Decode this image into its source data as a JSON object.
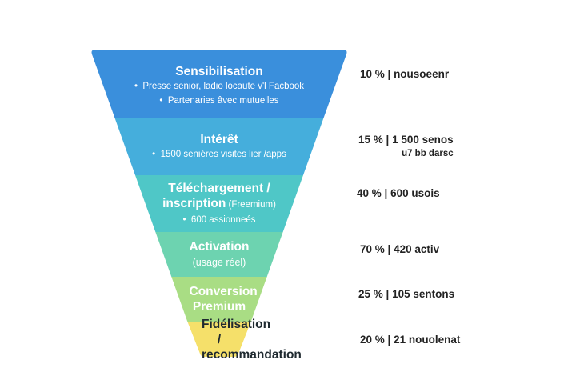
{
  "funnel": {
    "stages": [
      {
        "title": "Sensibilisation",
        "title_suffix": "",
        "subtitle": "",
        "bullets": [
          "Presse senior, ladio locaute v'l Facbook",
          "Partenaries âvec mutuelles"
        ],
        "color": "#3a8fdc",
        "metric_pct": "10 %",
        "metric_detail": "nousoeenr",
        "metric_detail_2": ""
      },
      {
        "title": "Intérêt",
        "title_suffix": "",
        "subtitle": "",
        "bullets": [
          "1500 seniéres visites lier /apps"
        ],
        "color": "#45aedc",
        "metric_pct": "15 %",
        "metric_detail": "1 500 senos",
        "metric_detail_2": "u7 bb darsc"
      },
      {
        "title": "Téléchargement /\ninscription",
        "title_suffix": "(Freemium)",
        "subtitle": "",
        "bullets": [
          "600 assionneés"
        ],
        "color": "#4fc7c7",
        "metric_pct": "40 %",
        "metric_detail": "600 usois",
        "metric_detail_2": ""
      },
      {
        "title": "Activation",
        "title_suffix": "",
        "subtitle": "(usage réel)",
        "bullets": [],
        "color": "#6dd3b0",
        "metric_pct": "70 %",
        "metric_detail": "420 activ",
        "metric_detail_2": ""
      },
      {
        "title": "Conversion\nPremium",
        "title_suffix": "",
        "subtitle": "",
        "bullets": [],
        "color": "#a9dd84",
        "metric_pct": "25 %",
        "metric_detail": "105 sentons",
        "metric_detail_2": ""
      },
      {
        "title": "Fidélisation /\nrecommandation",
        "title_suffix": "",
        "subtitle": "",
        "bullets": [],
        "color": "#f5e06a",
        "metric_pct": "20 %",
        "metric_detail": "21 nouolenat",
        "metric_detail_2": ""
      }
    ]
  }
}
